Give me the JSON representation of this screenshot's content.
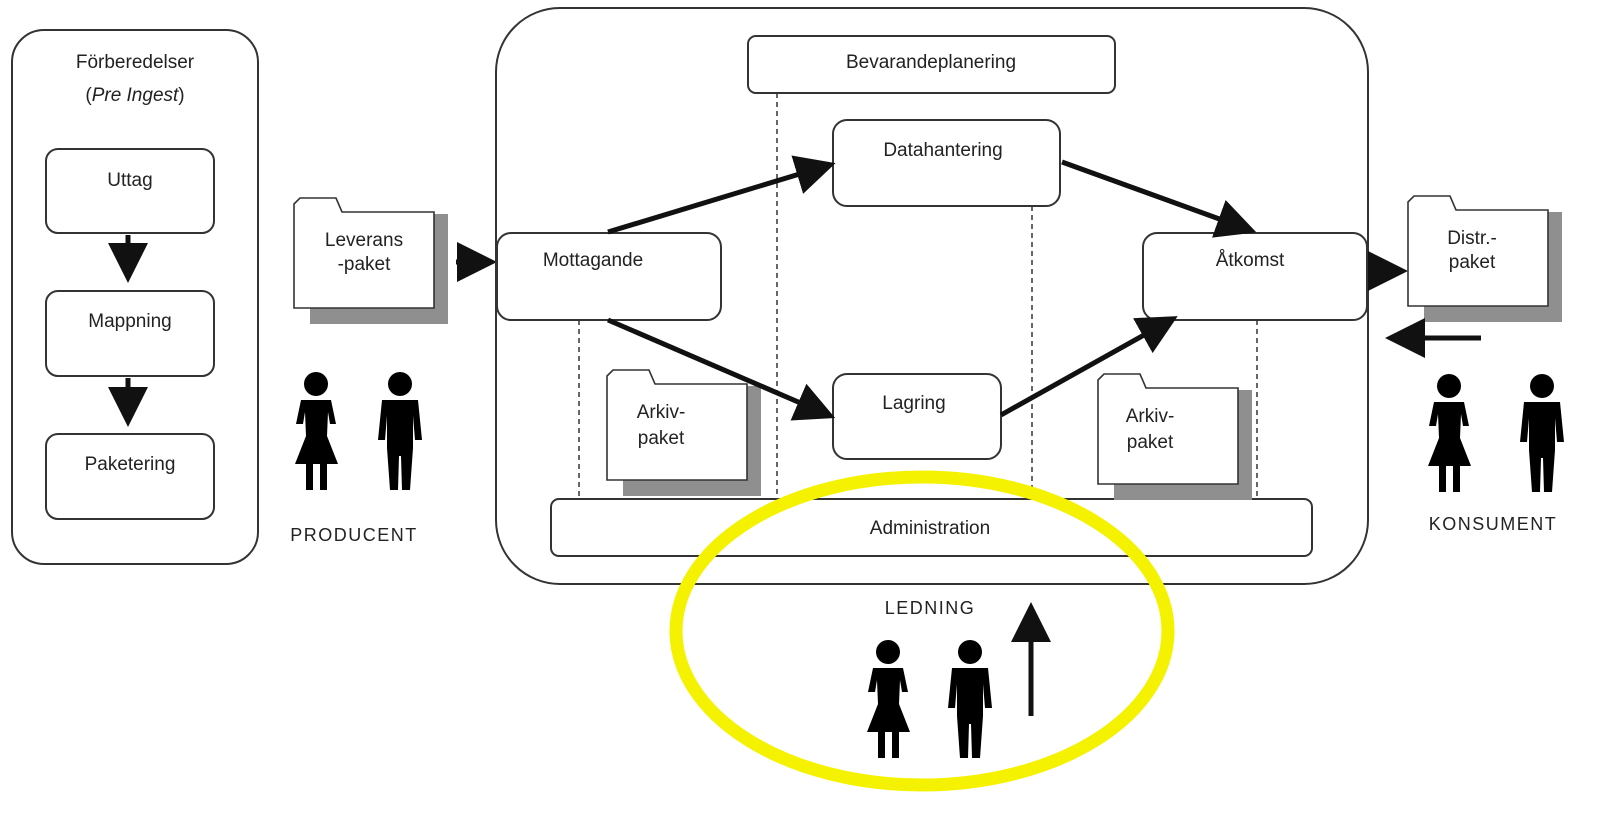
{
  "pre_ingest": {
    "title": "Förberedelser",
    "subtitle": "Pre Ingest",
    "steps": [
      "Uttag",
      "Mappning",
      "Paketering"
    ]
  },
  "packages": {
    "delivery": [
      "Leverans",
      "-paket"
    ],
    "archive_left": [
      "Arkiv-",
      "paket"
    ],
    "archive_right": [
      "Arkiv-",
      "paket"
    ],
    "distribution": [
      "Distr.-",
      "paket"
    ]
  },
  "functions": {
    "preservation_planning": "Bevarandeplanering",
    "data_management": "Datahantering",
    "ingest": "Mottagande",
    "storage": "Lagring",
    "access": "Åtkomst",
    "administration": "Administration"
  },
  "actors": {
    "producer": "PRODUCENT",
    "consumer": "KONSUMENT",
    "management": "LEDNING"
  },
  "colors": {
    "highlight_ellipse": "#f5f200",
    "stroke": "#333333",
    "shadow": "#999999",
    "people": "#000000"
  }
}
